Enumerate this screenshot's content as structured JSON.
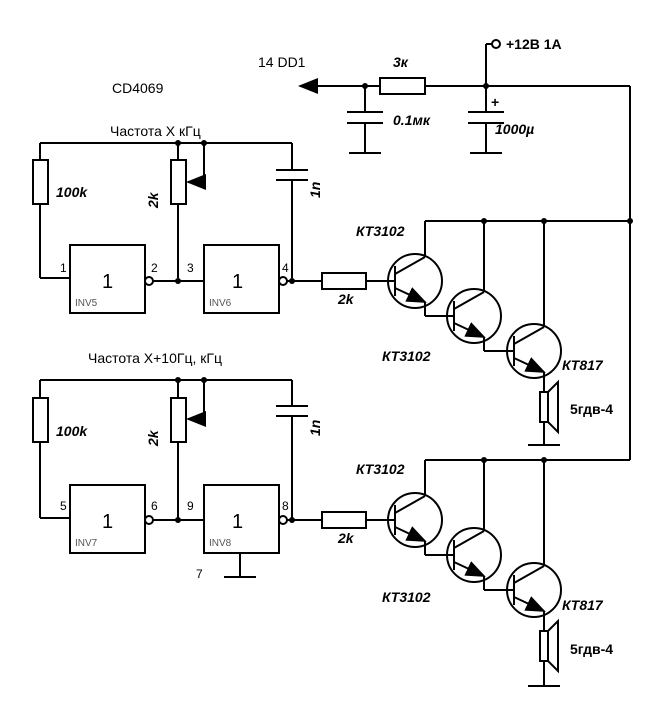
{
  "chip_label": "CD4069",
  "power": {
    "label": "+12В 1А",
    "dd1_label": "14 DD1",
    "resistor": "3к",
    "cap_small": "0.1мк",
    "cap_big": "1000µ",
    "plus_sign": "+"
  },
  "channel1": {
    "title": "Частота X кГц",
    "r_fixed": "100k",
    "pot": "2k",
    "cap": "1n",
    "r_base": "2k",
    "pins": [
      "1",
      "2",
      "3",
      "4"
    ],
    "gate_a": {
      "symbol": "1",
      "name": "INV5"
    },
    "gate_b": {
      "symbol": "1",
      "name": "INV6"
    },
    "q1": "КТ3102",
    "q2": "КТ3102",
    "q3": "КТ817",
    "speaker": "5гдв-4"
  },
  "channel2": {
    "title": "Частота X+10Гц, кГц",
    "r_fixed": "100k",
    "pot": "2k",
    "cap": "1n",
    "r_base": "2k",
    "pins": [
      "5",
      "6",
      "9",
      "8"
    ],
    "gnd_pin": "7",
    "gate_a": {
      "symbol": "1",
      "name": "INV7"
    },
    "gate_b": {
      "symbol": "1",
      "name": "INV8"
    },
    "q1": "КТ3102",
    "q2": "КТ3102",
    "q3": "КТ817",
    "speaker": "5гдв-4"
  }
}
